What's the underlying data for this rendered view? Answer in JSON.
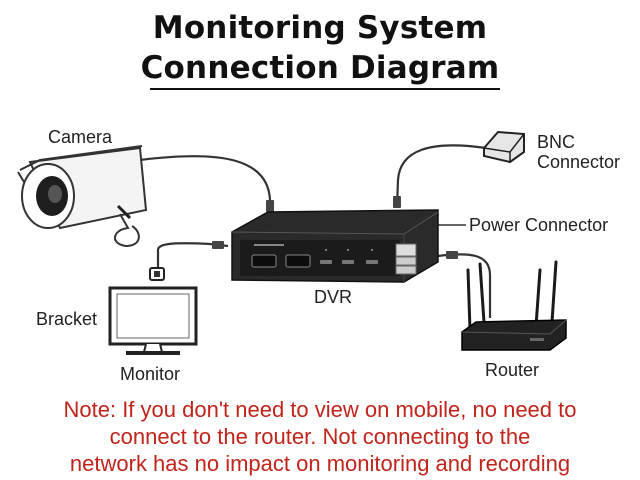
{
  "title": {
    "line1": "Monitoring System",
    "line2": "Connection Diagram"
  },
  "labels": {
    "camera": "Camera",
    "bnc_line1": "BNC",
    "bnc_line2": "Connector",
    "power_connector": "Power Connector",
    "dvr": "DVR",
    "bracket": "Bracket",
    "monitor": "Monitor",
    "router": "Router"
  },
  "note": {
    "line1": "Note: If you don't need to view on mobile, no need to",
    "line2": "connect to the router. Not connecting to the",
    "line3": "network has no impact on monitoring and recording"
  },
  "colors": {
    "note_text": "#c0241b",
    "device_dark": "#222222",
    "line": "#333333"
  },
  "icons": [
    "camera-icon",
    "bnc-connector-icon",
    "dvr-icon",
    "monitor-icon",
    "router-icon",
    "bracket-icon"
  ]
}
